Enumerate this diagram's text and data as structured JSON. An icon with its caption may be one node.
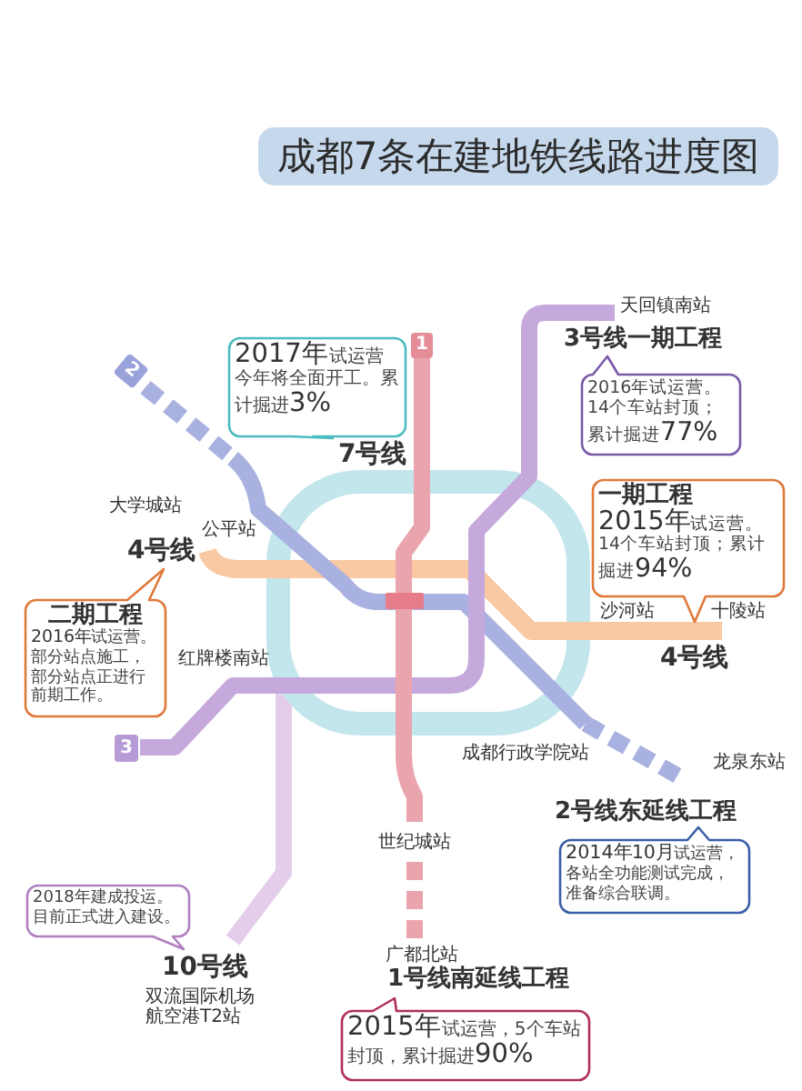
{
  "diagram": {
    "title": "成都7条在建地铁线路进度图",
    "nodes": [
      {
        "text": [
          "**2017年**试运营今年将全面开工。累计掘进**3%**"
        ],
        "beside": [
          "7号线"
        ]
      },
      {
        "text": [
          "2016年试运营。14个车站封顶；累计掘进**77%**"
        ],
        "beside": [
          "3号线一期工程"
        ]
      },
      {
        "text": [
          "一期工程",
          "**2015年**试运营。14个车站封顶；累计掘进**94%**"
        ],
        "beside": [
          "4号线"
        ]
      },
      {
        "text": [
          "二期工程",
          "**2016年**试运营。部分站点施工，部分站点正进行前期工作。"
        ],
        "beside": [
          "4号线"
        ]
      },
      {
        "text": [
          "**2014年10月**试运营，各站全功能测试完成，准备综合联调。"
        ],
        "beside": [
          "2号线东延线工程"
        ]
      },
      {
        "text": [
          "2018年建成投运。目前正式进入建设。"
        ],
        "beside": [
          "10号线"
        ]
      },
      {
        "text": [
          "**2015年**试运营，5个车站封顶，累计掘进**90%**"
        ],
        "beside": [
          "1号线南延线工程"
        ]
      }
    ],
    "labels": [
      "天回镇南站",
      "1",
      "2",
      "大学城站",
      "公平站",
      "沙河站",
      "十陵站",
      "红牌楼南站",
      "3",
      "成都行政学院站",
      "龙泉东站",
      "世纪城站",
      "广都北站",
      "双流国际机场航空港T2站"
    ]
  }
}
